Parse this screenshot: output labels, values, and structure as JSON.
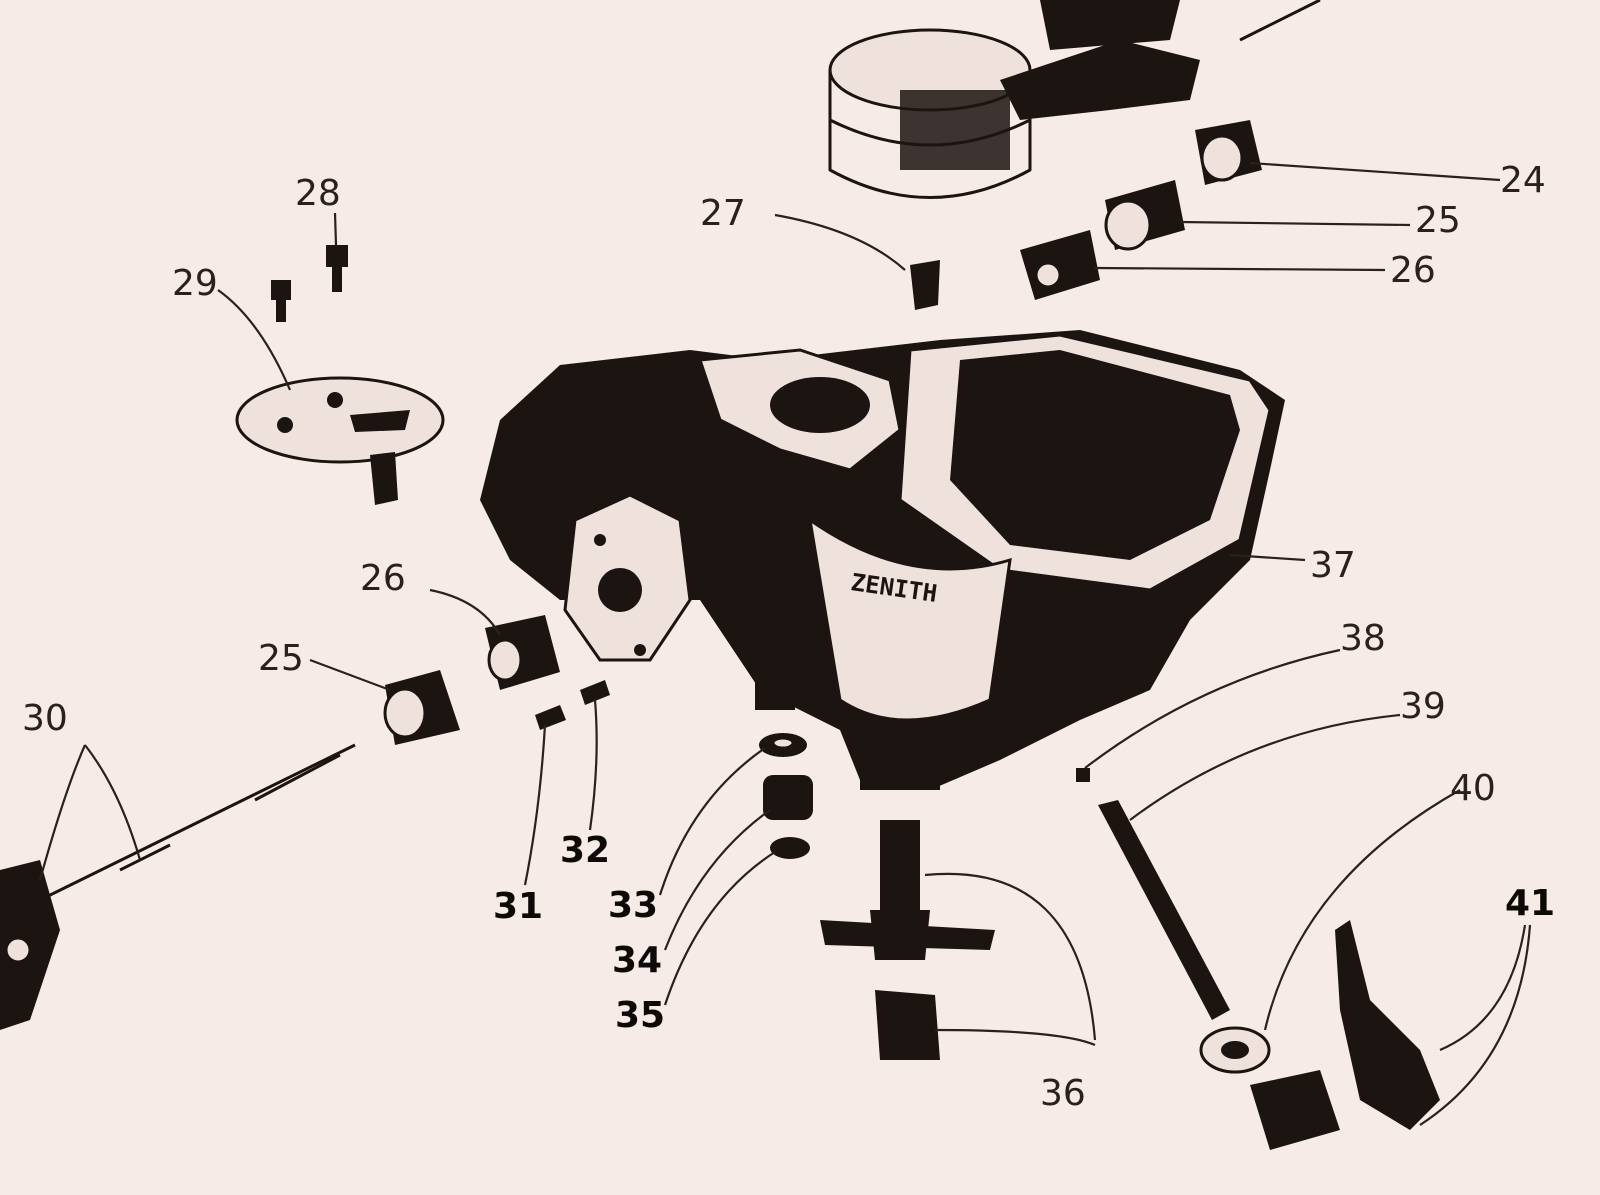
{
  "callouts": {
    "c24": "24",
    "c25a": "25",
    "c26a": "26",
    "c27": "27",
    "c28": "28",
    "c29": "29",
    "c26b": "26",
    "c25b": "25",
    "c30": "30",
    "c31": "31",
    "c32": "32",
    "c33": "33",
    "c34": "34",
    "c35": "35",
    "c36": "36",
    "c37": "37",
    "c38": "38",
    "c39": "39",
    "c40": "40",
    "c41": "41"
  },
  "body_stamp": "ZENITH",
  "colors": {
    "paper": "#f6ebe6",
    "ink": "#1c1410"
  }
}
